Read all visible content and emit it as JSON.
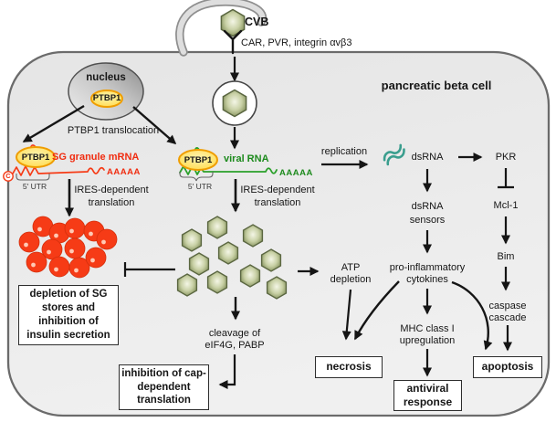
{
  "title": "pancreatic beta cell",
  "entry": {
    "virus_label": "CVB",
    "receptor_label": "CAR, PVR, integrin αvβ3"
  },
  "nucleus": {
    "label": "nucleus",
    "ptbp1_label": "PTBP1"
  },
  "translocation_label": "PTBP1 translocation",
  "sg_mrna": {
    "ptbp1_label": "PTBP1",
    "name": "SG granule mRNA",
    "polya": "AAAAA",
    "cap_label": "C",
    "utr_label": "5' UTR",
    "ires_label": "IRES-dependent translation"
  },
  "viral_rna": {
    "ptbp1_label": "PTBP1",
    "name": "viral RNA",
    "polya": "AAAAA",
    "utr_label": "5' UTR",
    "ires_label": "IRES-dependent translation"
  },
  "pathway": {
    "replication": "replication",
    "dsrna": "dsRNA",
    "pkr": "PKR",
    "sensors": "dsRNA sensors",
    "mcl1": "Mcl-1",
    "bim": "Bim",
    "cytokines": "pro-inflammatory cytokines",
    "atp": "ATP depletion",
    "caspase": "caspase cascade",
    "mhc": "MHC class I upregulation",
    "cleavage": "cleavage of eIF4G, PABP"
  },
  "boxes": {
    "sg_depletion": "depletion of SG stores and inhibition of insulin secretion",
    "cap_inhibition": "inhibition of cap-dependent translation",
    "necrosis": "necrosis",
    "antiviral": "antiviral response",
    "apoptosis": "apoptosis"
  },
  "colors": {
    "sg_red": "#f63b16",
    "viral_green_text": "#1c8a1c",
    "rna_green": "#2aa02a",
    "dsrna_teal": "#3a9e8e",
    "ptbp1_yellow": "#ffe163",
    "ptbp1_orange": "#ef9d00",
    "virus_olive": "#78854f",
    "cell_gray": "#ececec"
  }
}
